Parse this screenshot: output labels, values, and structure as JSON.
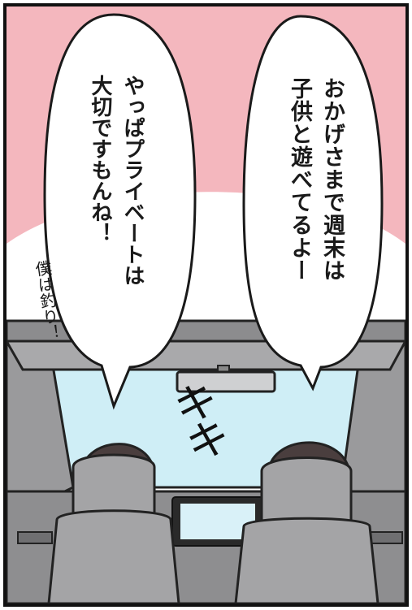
{
  "colors": {
    "sky_pink": "#f4b7be",
    "window_blue": "#cfeef6",
    "car_gray": "#9a9a9c",
    "seat_gray": "#a4a4a6",
    "hair": "#4a3e3e"
  },
  "bubbles": {
    "right": "おかげさまで週末は\n子供と遊べてるよー",
    "left": "やっぱプライベートは\n大切ですもんね！"
  },
  "aside": "僕は釣り！",
  "sfx": "キキ"
}
